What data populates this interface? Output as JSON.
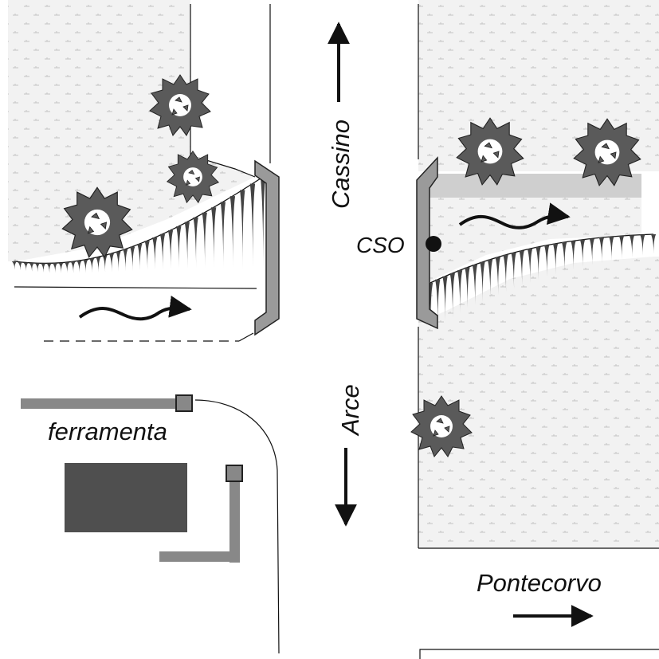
{
  "labels": {
    "north": "Cassino",
    "south": "Arce",
    "east": "Pontecorvo",
    "building": "ferramenta",
    "cso": "CSO"
  },
  "colors": {
    "field_fill": "#f2f2f2",
    "field_dot": "#c8c8c8",
    "bridge_fill": "#9a9a9a",
    "wall_fill": "#888888",
    "building_fill": "#4f4f4f",
    "sidewalk_fill": "#cfcfcf",
    "bush_fill": "#5a5a5a",
    "line": "#111111"
  },
  "icons": {
    "direction": "arrow-icon",
    "flow": "wavy-flow-arrow-icon",
    "vegetation": "bush-icon",
    "cso_marker": "point-marker-icon"
  }
}
